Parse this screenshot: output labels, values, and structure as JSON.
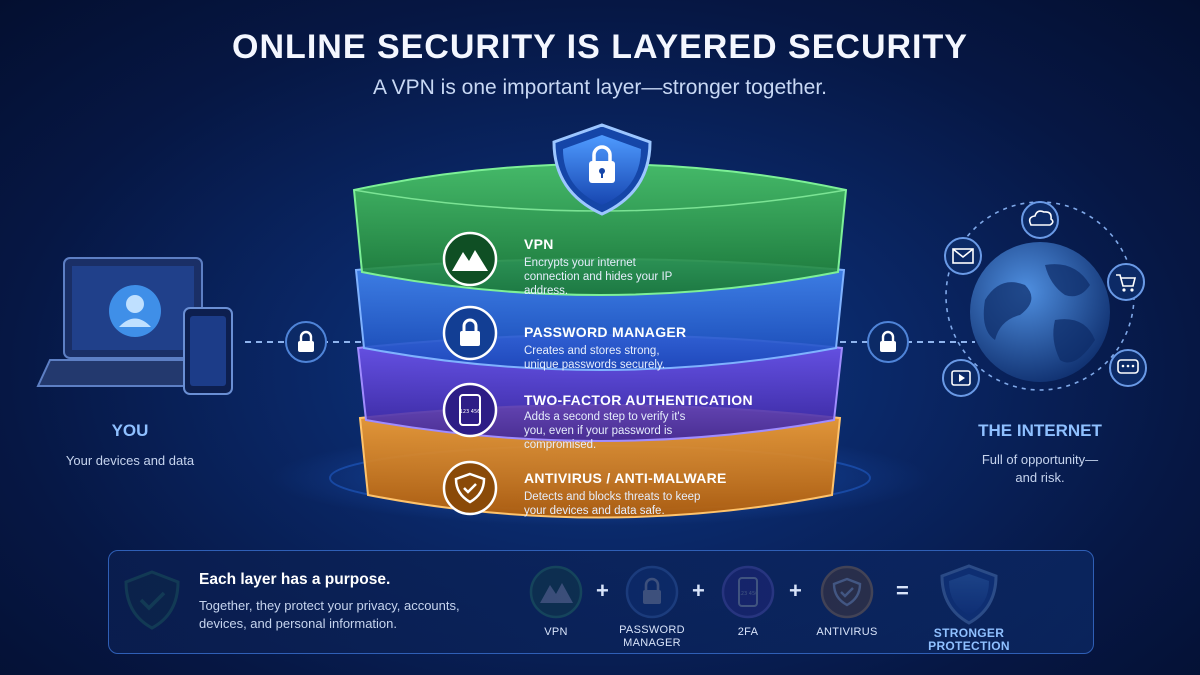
{
  "header": {
    "title": "ONLINE SECURITY IS LAYERED SECURITY",
    "subtitle": "A VPN is one important layer—stronger together."
  },
  "left": {
    "title": "YOU",
    "desc": "Your devices and data"
  },
  "right": {
    "title": "THE INTERNET",
    "desc_line1": "Full of opportunity—",
    "desc_line2": "and risk."
  },
  "layers": [
    {
      "title": "VPN",
      "desc": "Encrypts your internet connection and hides your IP address.",
      "color": "#2fa84a",
      "icon": "mountain-icon"
    },
    {
      "title": "PASSWORD MANAGER",
      "desc": "Creates and stores strong, unique passwords securely.",
      "color": "#2a6fe0",
      "icon": "padlock-icon"
    },
    {
      "title": "TWO-FACTOR AUTHENTICATION",
      "desc": "Adds a second step to verify it's you, even if your password is compromised.",
      "color": "#5b3fd6",
      "icon": "phone-code-icon"
    },
    {
      "title": "ANTIVIRUS / ANTI-MALWARE",
      "desc": "Detects and blocks threats to keep your devices and data safe.",
      "color": "#e08a1e",
      "icon": "shield-check-icon"
    }
  ],
  "phone_code": "123 456",
  "internet_icons": [
    "cloud-icon",
    "mail-icon",
    "cart-icon",
    "play-icon",
    "chat-icon"
  ],
  "panel": {
    "title": "Each layer has a purpose.",
    "desc": "Together, they protect your privacy, accounts, devices, and personal information."
  },
  "equation": {
    "items": [
      "VPN",
      "PASSWORD MANAGER",
      "2FA",
      "ANTIVIRUS"
    ],
    "password_line1": "PASSWORD",
    "password_line2": "MANAGER",
    "plus": "+",
    "equals": "=",
    "result_line1": "STRONGER",
    "result_line2": "PROTECTION"
  },
  "colors": {
    "green": "#2fa84a",
    "blue": "#2a6fe0",
    "purple": "#5b3fd6",
    "orange": "#e08a1e",
    "accent": "#8fc0ff"
  }
}
